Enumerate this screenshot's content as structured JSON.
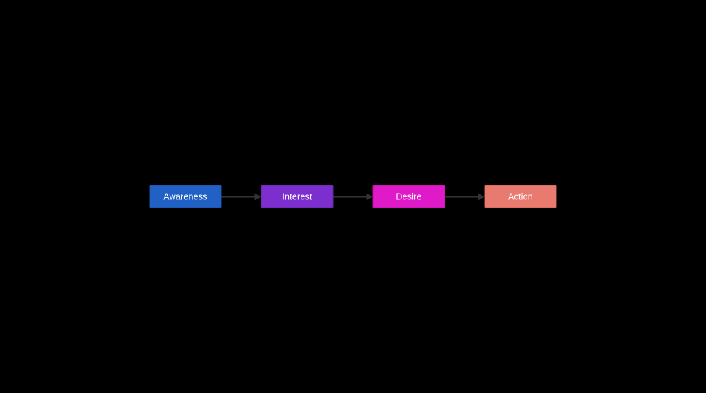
{
  "diagram": {
    "type": "flowchart",
    "direction": "left-to-right",
    "background_color": "#000000",
    "arrow_color": "#333333",
    "text_color": "#ffffff",
    "nodes": [
      {
        "id": "awareness",
        "label": "Awareness",
        "fill": "#2160c4",
        "border": "#1b4fa3"
      },
      {
        "id": "interest",
        "label": "Interest",
        "fill": "#7c2fce",
        "border": "#6627ab"
      },
      {
        "id": "desire",
        "label": "Desire",
        "fill": "#e01ac8",
        "border": "#ba14a6"
      },
      {
        "id": "action",
        "label": "Action",
        "fill": "#e97a70",
        "border": "#d25b51"
      }
    ],
    "edges": [
      {
        "from": "awareness",
        "to": "interest"
      },
      {
        "from": "interest",
        "to": "desire"
      },
      {
        "from": "desire",
        "to": "action"
      }
    ]
  }
}
